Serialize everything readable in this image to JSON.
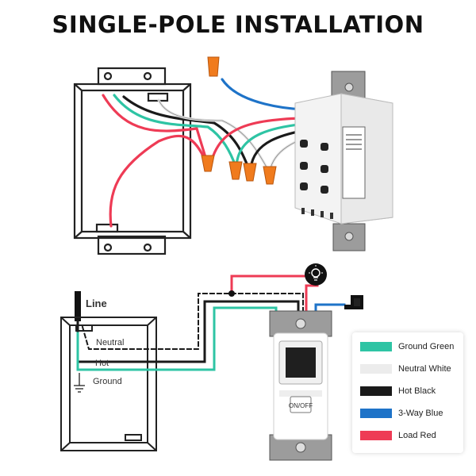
{
  "title": "SINGLE-POLE INSTALLATION",
  "diagram": {
    "line_label": "Line",
    "neutral_label": "Neutral",
    "hot_label": "Hot",
    "ground_label": "Ground",
    "onoff_label": "ON/OFF"
  },
  "legend": {
    "items": [
      {
        "label": "Ground Green",
        "color": "#2ec4a4"
      },
      {
        "label": "Neutral White",
        "color": "#ececec"
      },
      {
        "label": "Hot Black",
        "color": "#1a1a1a"
      },
      {
        "label": "3-Way Blue",
        "color": "#1e73c8"
      },
      {
        "label": "Load Red",
        "color": "#ee3b55"
      }
    ]
  },
  "colors": {
    "ground": "#2ec4a4",
    "neutral": "#ececec",
    "hot": "#1a1a1a",
    "three_way": "#1e73c8",
    "load": "#ee3b55",
    "wire_nut": "#f07b1d"
  }
}
